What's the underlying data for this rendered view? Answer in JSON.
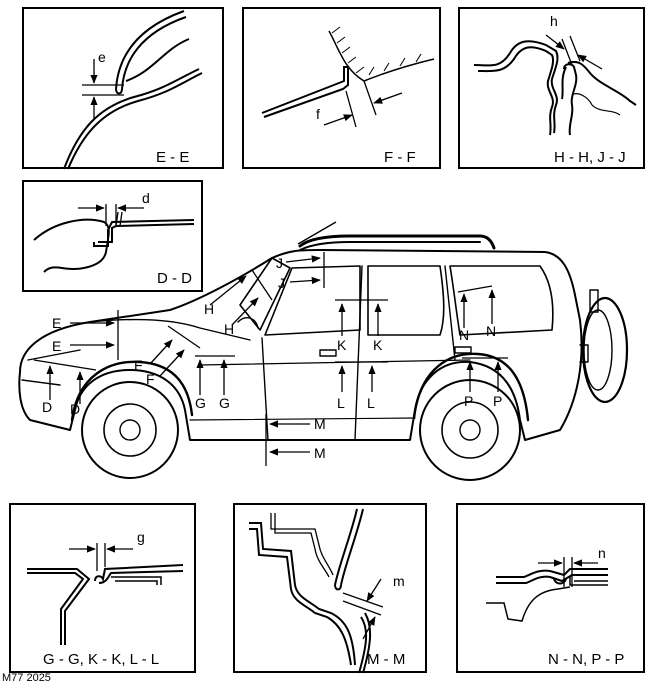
{
  "figure_id": "M77 2025",
  "sections": {
    "ee": {
      "label": "E - E",
      "dim": "e"
    },
    "ff": {
      "label": "F - F",
      "dim": "f"
    },
    "hh": {
      "label": "H - H, J - J",
      "dim": "h"
    },
    "dd": {
      "label": "D - D",
      "dim": "d"
    },
    "gg": {
      "label": "G - G, K - K, L - L",
      "dim": "g"
    },
    "mm": {
      "label": "M - M",
      "dim": "m"
    },
    "nn": {
      "label": "N - N, P - P",
      "dim": "n"
    }
  },
  "car_markers": {
    "e_upper": "E",
    "e_lower": "E",
    "d_left": "D",
    "d_right": "D",
    "f_upper": "F",
    "f_lower": "F",
    "g_left": "G",
    "g_right": "G",
    "h_upper": "H",
    "h_lower": "H",
    "j_upper": "J",
    "j_lower": "J",
    "k_left": "K",
    "k_right": "K",
    "l_left": "L",
    "l_right": "L",
    "m_upper": "M",
    "m_lower": "M",
    "n_left": "N",
    "n_right": "N",
    "p_left": "P",
    "p_right": "P"
  },
  "colors": {
    "line": "#000000",
    "background": "#ffffff"
  }
}
